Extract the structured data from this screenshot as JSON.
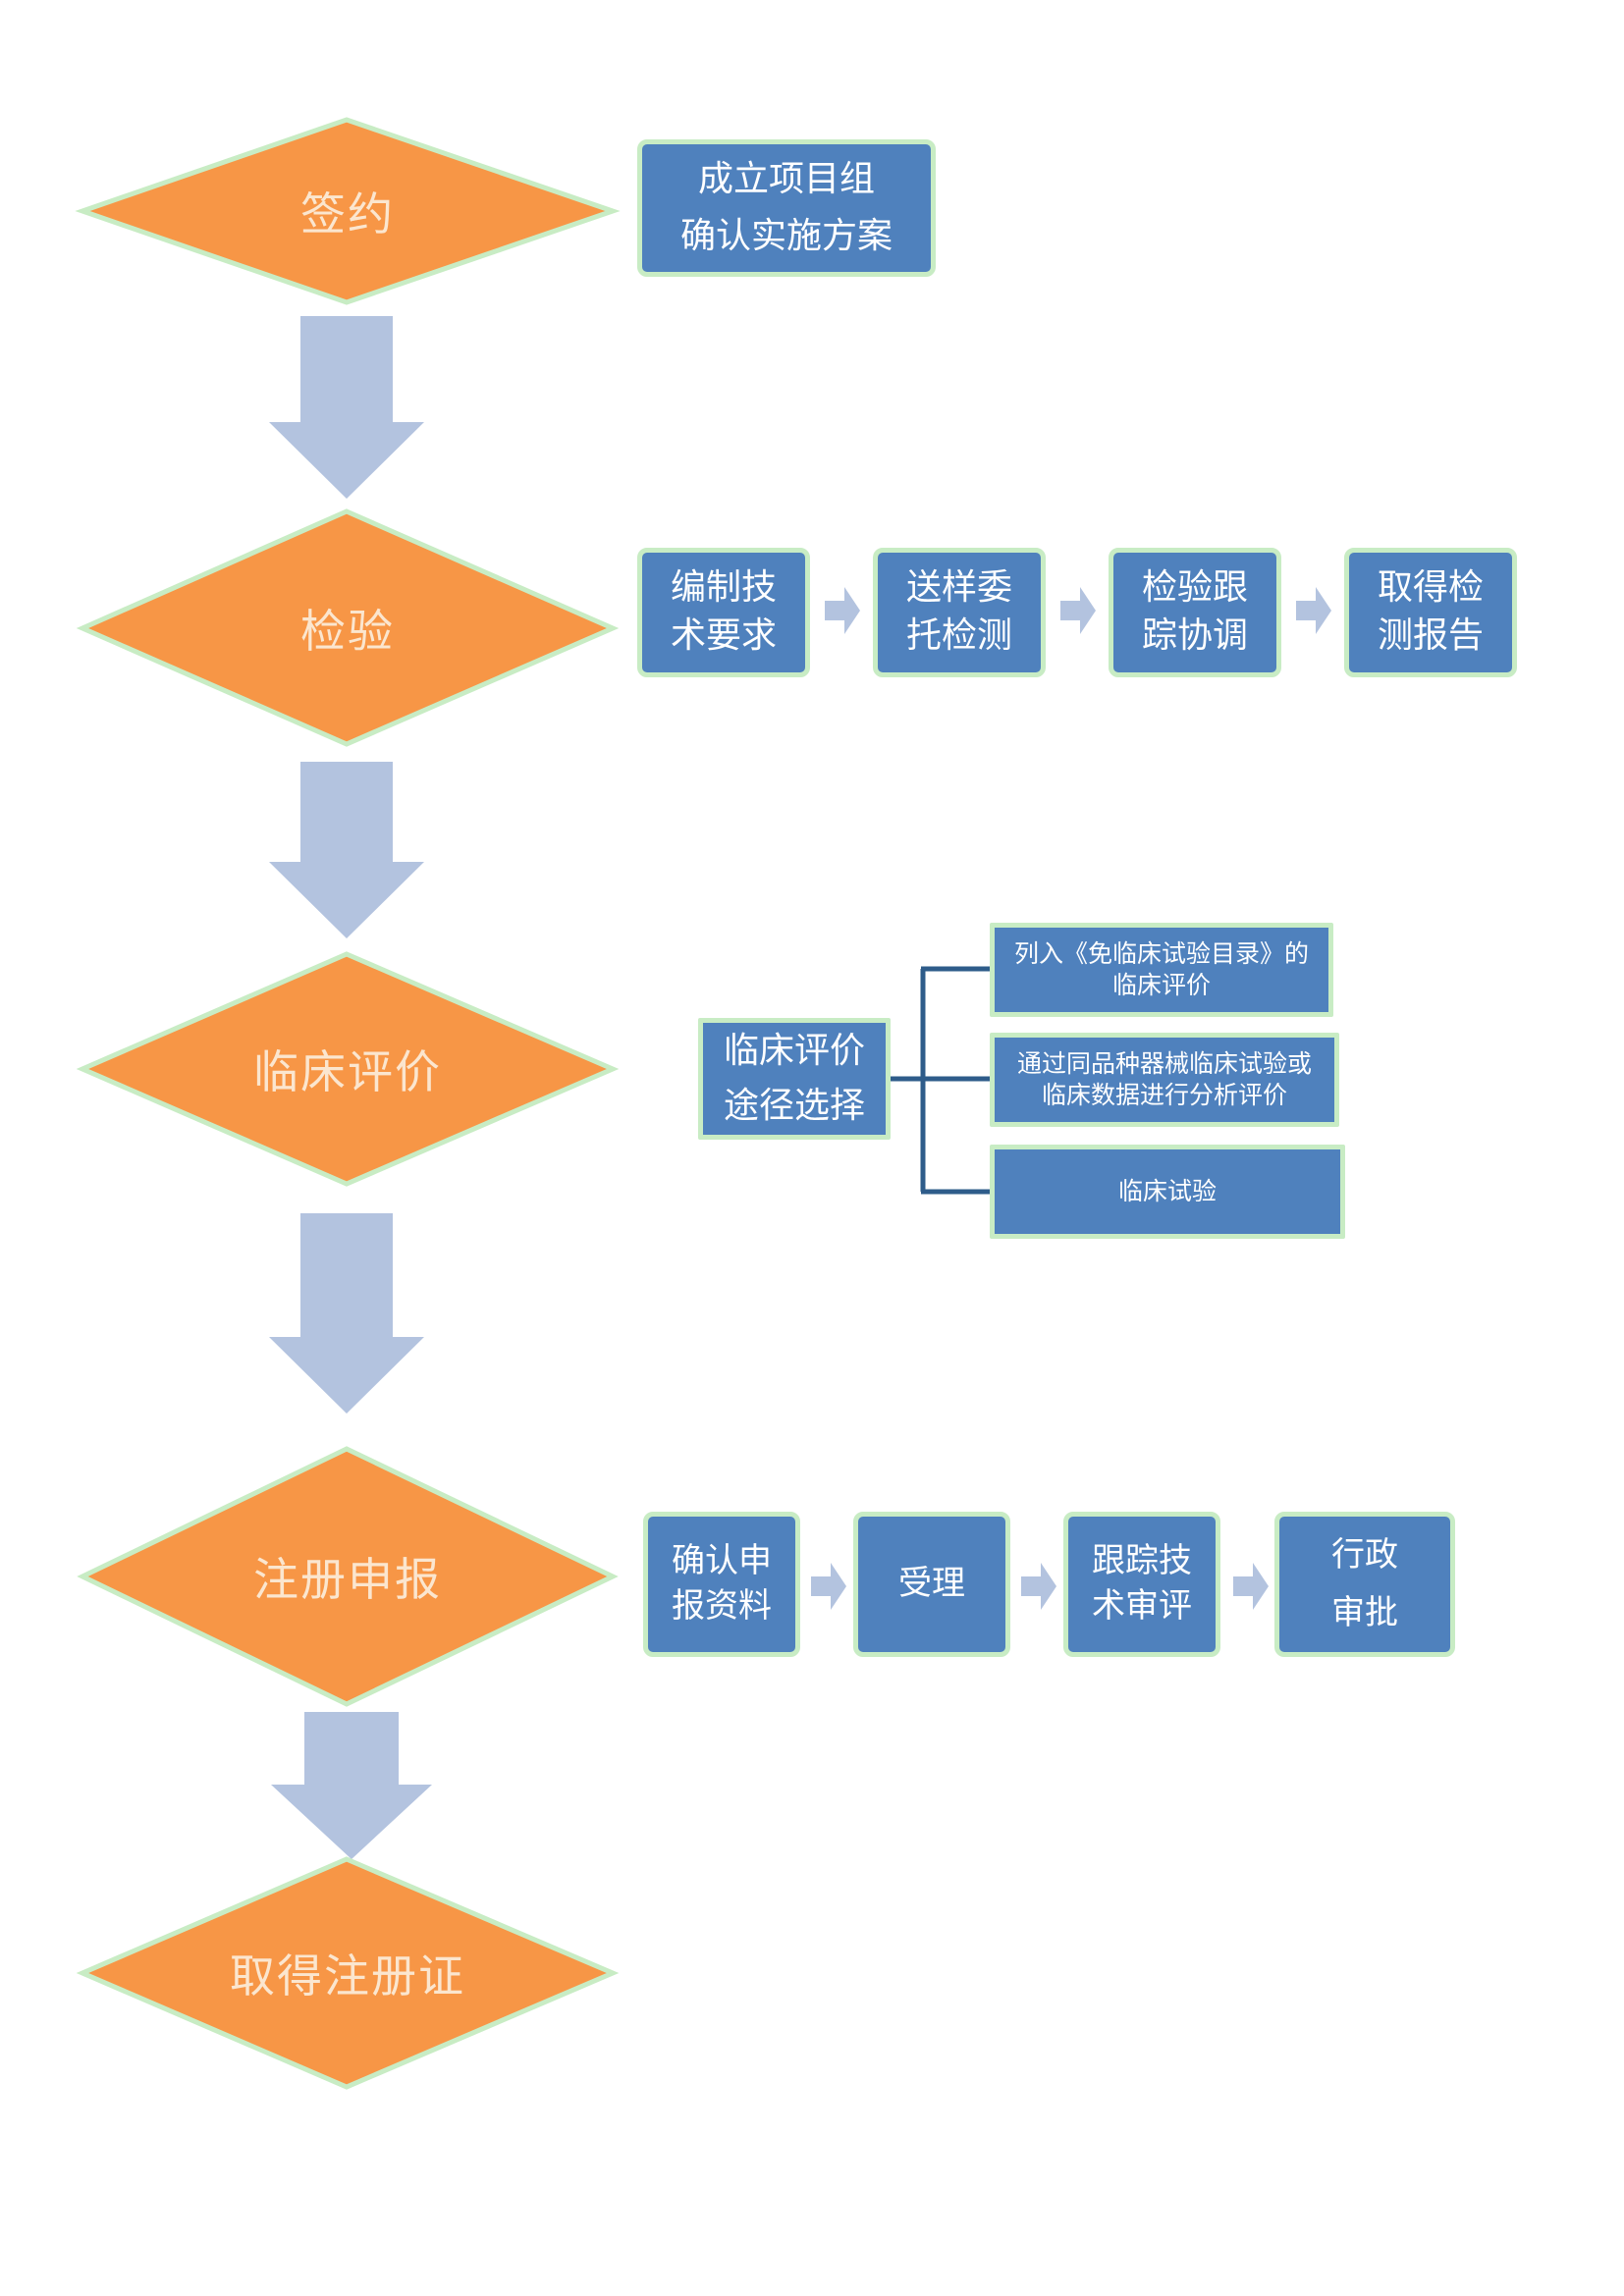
{
  "colors": {
    "diamond_fill": "#f79646",
    "diamond_border": "#c8ecc4",
    "box_fill": "#4f81bd",
    "box_border": "#c8ecc4",
    "big_arrow": "#b3c3df",
    "small_arrow": "#b3c3df",
    "connector": "#2e5c8a"
  },
  "stages": [
    {
      "label": "签约"
    },
    {
      "label": "检验"
    },
    {
      "label": "临床评价"
    },
    {
      "label": "注册申报"
    },
    {
      "label": "取得注册证"
    }
  ],
  "sign": {
    "box_line1": "成立项目组",
    "box_line2": "确认实施方案"
  },
  "inspection": {
    "steps": [
      {
        "line1": "编制技",
        "line2": "术要求"
      },
      {
        "line1": "送样委",
        "line2": "托检测"
      },
      {
        "line1": "检验跟",
        "line2": "踪协调"
      },
      {
        "line1": "取得检",
        "line2": "测报告"
      }
    ]
  },
  "clinical": {
    "selector_line1": "临床评价",
    "selector_line2": "途径选择",
    "options": [
      {
        "line1": "列入《免临床试验目录》的",
        "line2": "临床评价"
      },
      {
        "line1": "通过同品种器械临床试验或",
        "line2": "临床数据进行分析评价"
      },
      {
        "line1": "临床试验",
        "line2": ""
      }
    ]
  },
  "registration": {
    "steps": [
      {
        "line1": "确认申",
        "line2": "报资料"
      },
      {
        "line1": "受理",
        "line2": ""
      },
      {
        "line1": "跟踪技",
        "line2": "术审评"
      },
      {
        "line1": "行政",
        "line2": "审批"
      }
    ]
  }
}
